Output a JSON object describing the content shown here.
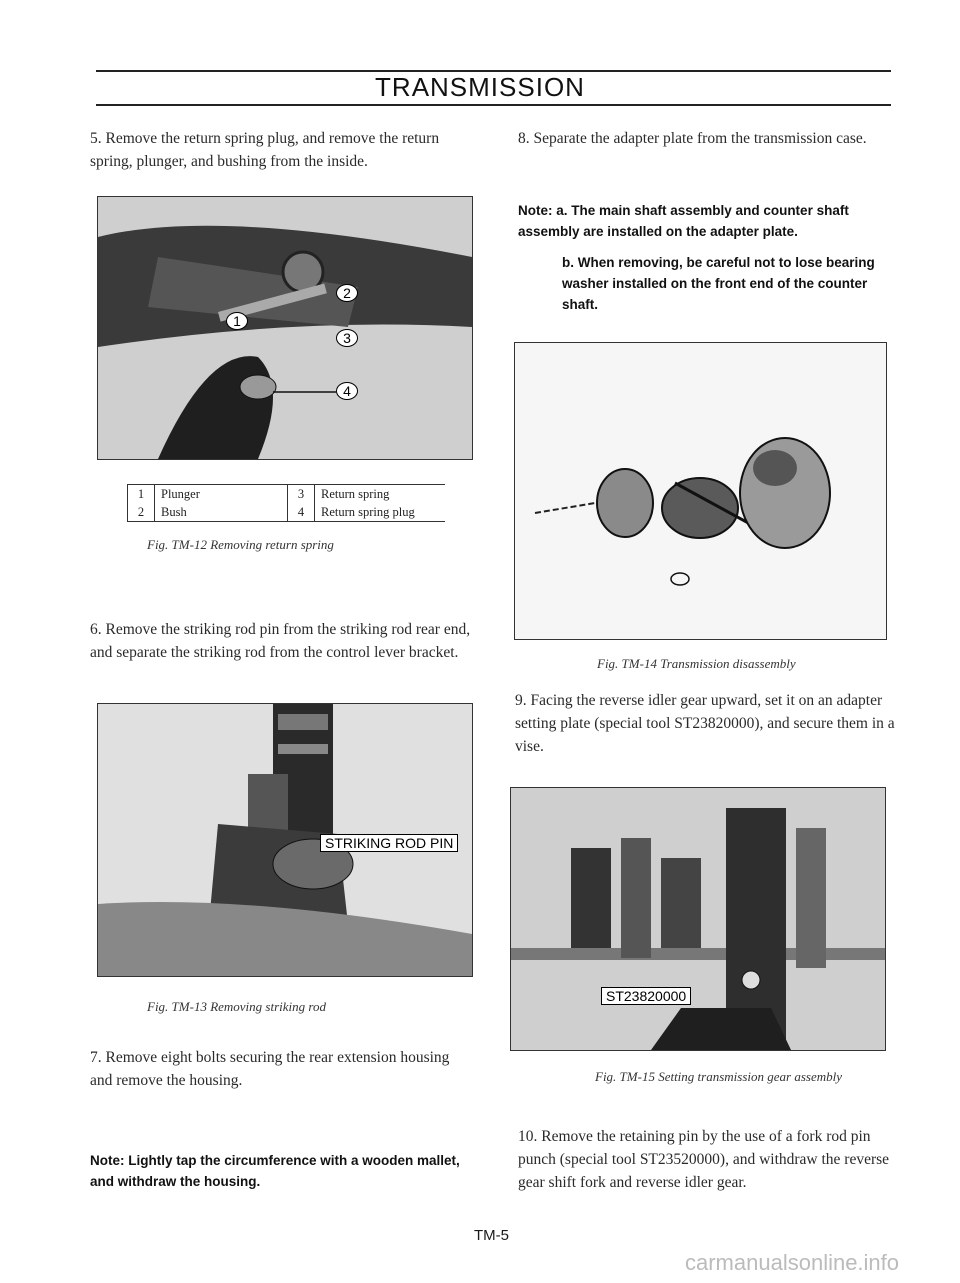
{
  "header": {
    "title": "TRANSMISSION"
  },
  "left": {
    "step5": "5.  Remove the return spring plug, and remove the return spring, plunger, and bushing from the inside.",
    "fig12": {
      "legend": [
        {
          "num": "1",
          "label": "Plunger"
        },
        {
          "num": "2",
          "label": "Bush"
        },
        {
          "num": "3",
          "label": "Return spring"
        },
        {
          "num": "4",
          "label": "Return spring plug"
        }
      ],
      "callouts": [
        "1",
        "2",
        "3",
        "4"
      ],
      "caption": "Fig. TM-12  Removing return spring"
    },
    "step6": "6.  Remove the striking rod pin from the striking rod rear end, and separate the striking rod from the control lever bracket.",
    "fig13": {
      "label": "STRIKING ROD PIN",
      "caption": "Fig. TM-13  Removing striking rod"
    },
    "step7": "7.  Remove eight bolts securing the rear extension housing and remove the housing.",
    "note": "Note:  Lightly tap the circumference with a wooden mallet, and withdraw the housing."
  },
  "right": {
    "step8": "8.  Separate the adapter plate from the transmission case.",
    "note_a": "Note:  a. The main shaft assembly and counter shaft assembly are installed on the adapter plate.",
    "note_b": "b. When removing, be careful not to lose bearing washer installed on the front end of the counter shaft.",
    "fig14": {
      "caption": "Fig. TM-14  Transmission disassembly"
    },
    "step9": "9.  Facing the reverse idler gear upward, set it on an adapter setting plate (special tool ST23820000), and secure them in a vise.",
    "fig15": {
      "label": "ST23820000",
      "caption": "Fig. TM-15  Setting transmission gear assembly"
    },
    "step10": "10.  Remove the retaining pin by the use of a fork rod pin punch (special tool ST23520000), and withdraw the reverse gear shift fork and reverse idler gear."
  },
  "footer": {
    "page": "TM-5",
    "watermark": "carmanualsonline.info"
  }
}
